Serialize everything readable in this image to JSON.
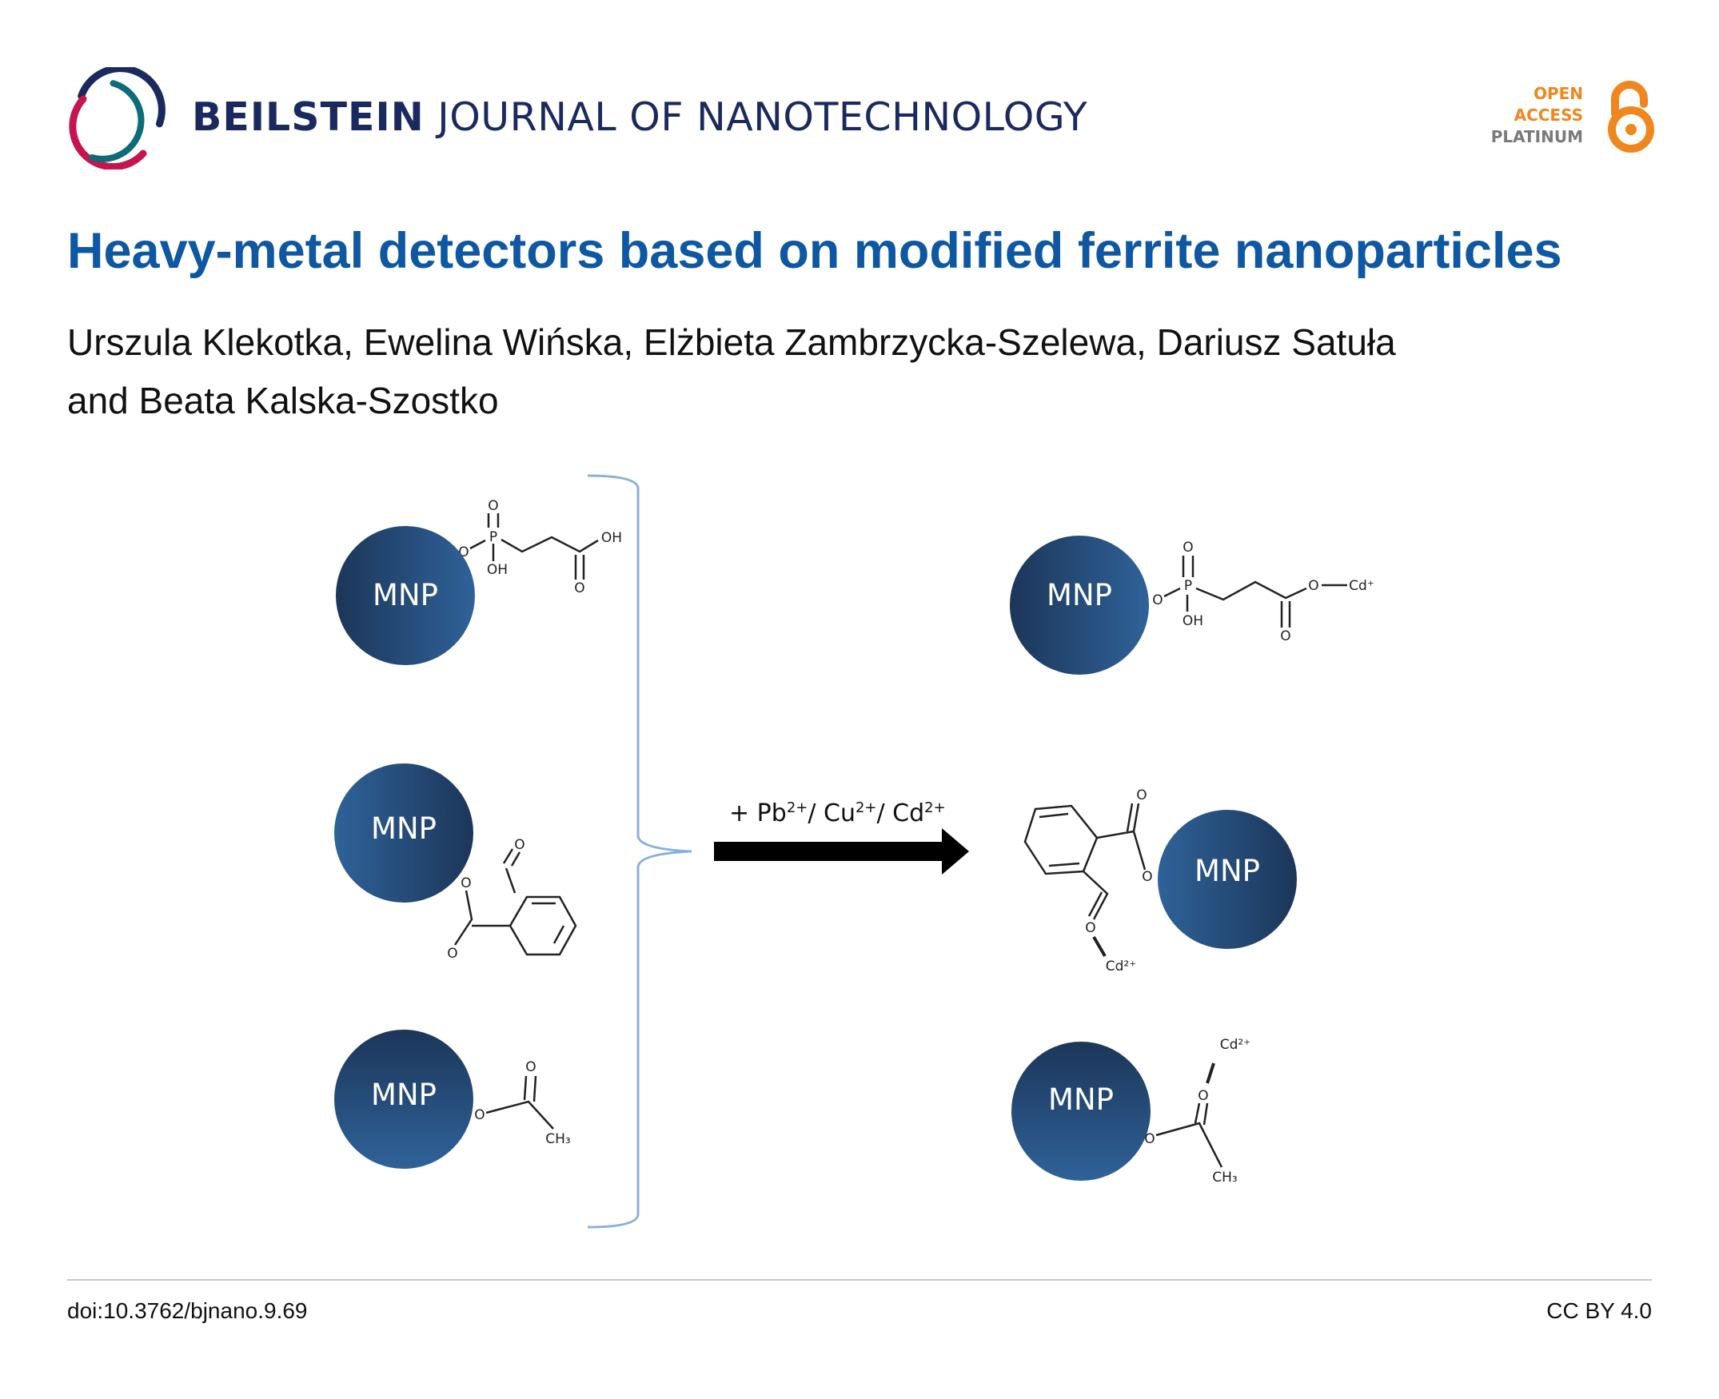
{
  "header": {
    "journal_bold": "BEILSTEIN",
    "journal_rest": "JOURNAL OF NANOTECHNOLOGY",
    "badge": {
      "line1": "OPEN",
      "line2": "ACCESS",
      "line3": "PLATINUM"
    }
  },
  "article": {
    "title": "Heavy-metal detectors based on modified ferrite nanoparticles",
    "authors_line1": "Urszula Klekotka, Ewelina Wińska, Elżbieta Zambrzycka-Szelewa, Dariusz Satuła",
    "authors_line2": "and Beata Kalska-Szostko"
  },
  "figure": {
    "particle_label": "MNP",
    "atoms": {
      "O": "O",
      "OH": "OH",
      "P": "P",
      "CH3": "CH₃",
      "Cd_plus": "Cd⁺",
      "Cd_2plus": "Cd²⁺"
    },
    "reaction": {
      "plus": "+ Pb",
      "pb_charge": "2+",
      "sep1": "/ Cu",
      "cu_charge": "2+",
      "sep2": "/ Cd",
      "cd_charge": "2+"
    }
  },
  "footer": {
    "doi": "doi:10.3762/bjnano.9.69",
    "license": "CC BY 4.0"
  },
  "colors": {
    "title": "#0d57a3",
    "journal": "#1b2a5e",
    "oa_orange": "#f0861e",
    "particle": "#2a5a92",
    "bracket": "#8ab0dc"
  }
}
